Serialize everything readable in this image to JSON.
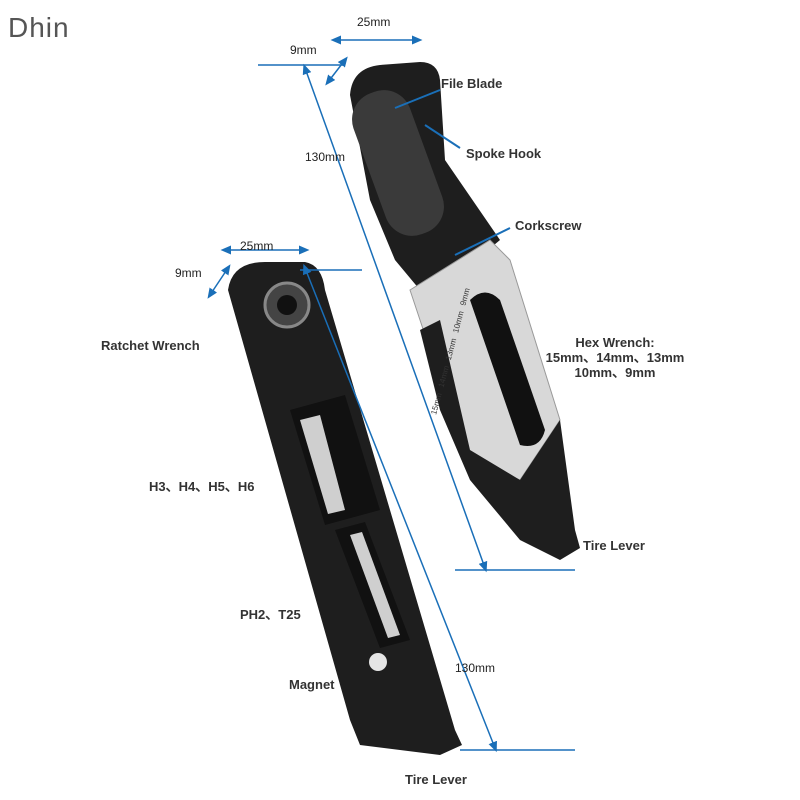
{
  "brand": "Dhin",
  "colors": {
    "dimension_line": "#1a6fb8",
    "tool_body": "#1e1e1e",
    "steel": "#d8d8d8"
  },
  "right_tool": {
    "dims": {
      "width": "25mm",
      "thickness": "9mm",
      "length": "130mm"
    },
    "labels": {
      "file_blade": "File Blade",
      "spoke_hook": "Spoke Hook",
      "corkscrew": "Corkscrew",
      "hex_title": "Hex Wrench:",
      "hex_line1": "15mm、14mm、13mm",
      "hex_line2": "10mm、9mm",
      "tire_lever": "Tire Lever"
    },
    "engraved_sizes": [
      "15mm",
      "14mm",
      "13mm",
      "10mm",
      "9mm"
    ]
  },
  "left_tool": {
    "dims": {
      "width": "25mm",
      "thickness": "9mm",
      "length": "130mm"
    },
    "labels": {
      "ratchet": "Ratchet Wrench",
      "hex_bits": "H3、H4、H5、H6",
      "bits": "PH2、T25",
      "magnet": "Magnet",
      "tire_lever": "Tire Lever"
    }
  }
}
